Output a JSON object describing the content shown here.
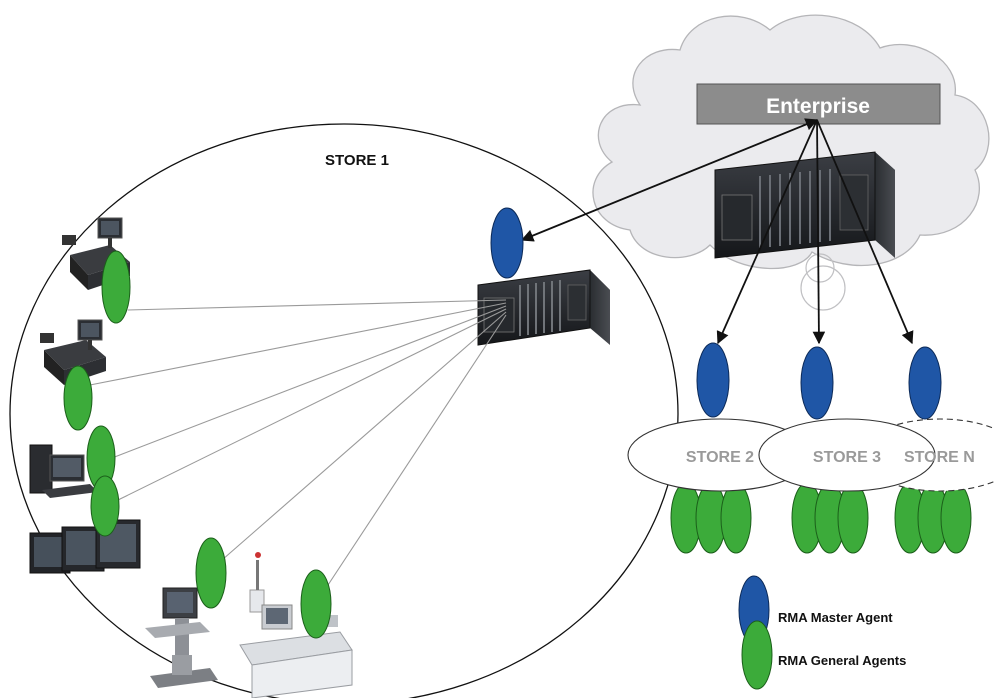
{
  "enterprise": {
    "label": "Enterprise"
  },
  "stores": {
    "store1": "STORE 1",
    "store2": "STORE 2",
    "store3": "STORE 3",
    "storeN": "STORE N"
  },
  "legend": {
    "master": "RMA Master Agent",
    "general": "RMA General Agents"
  },
  "colors": {
    "master_agent": "#1f56a6",
    "general_agent": "#3cab3a",
    "enterprise_box": "#8c8c8c",
    "cloud": "#e9e9ec"
  },
  "icons": [
    "cloud-icon",
    "server-icon",
    "pos-terminal-icon",
    "desktop-computer-icon",
    "monitor-icon",
    "kiosk-icon",
    "self-checkout-icon"
  ]
}
